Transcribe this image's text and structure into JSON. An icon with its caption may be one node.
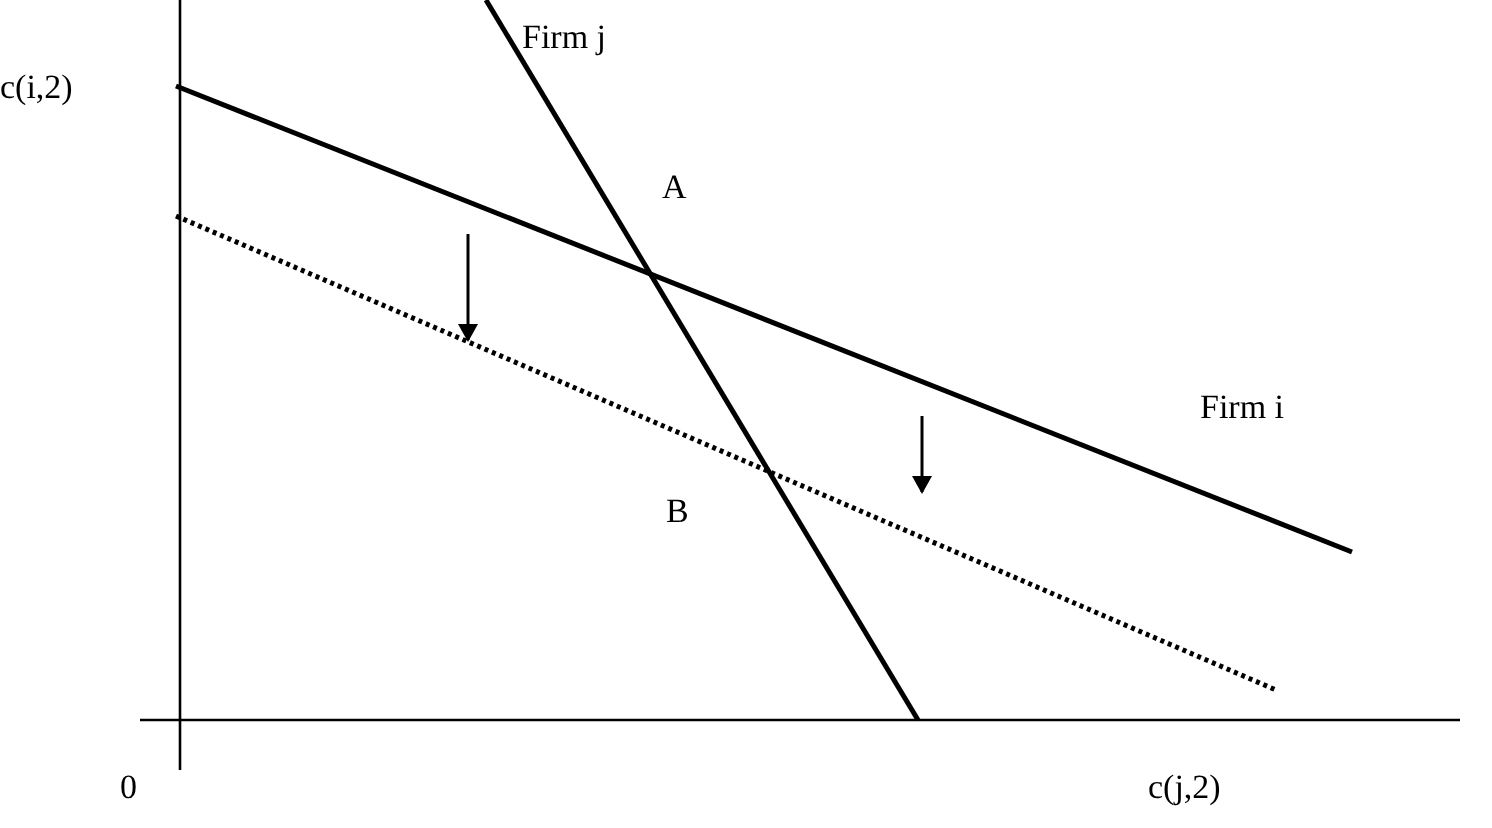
{
  "diagram": {
    "labels": [
      "Firm j",
      "c(i,2)",
      "A",
      "Firm i",
      "B",
      "0",
      "c(j,2)"
    ]
  }
}
